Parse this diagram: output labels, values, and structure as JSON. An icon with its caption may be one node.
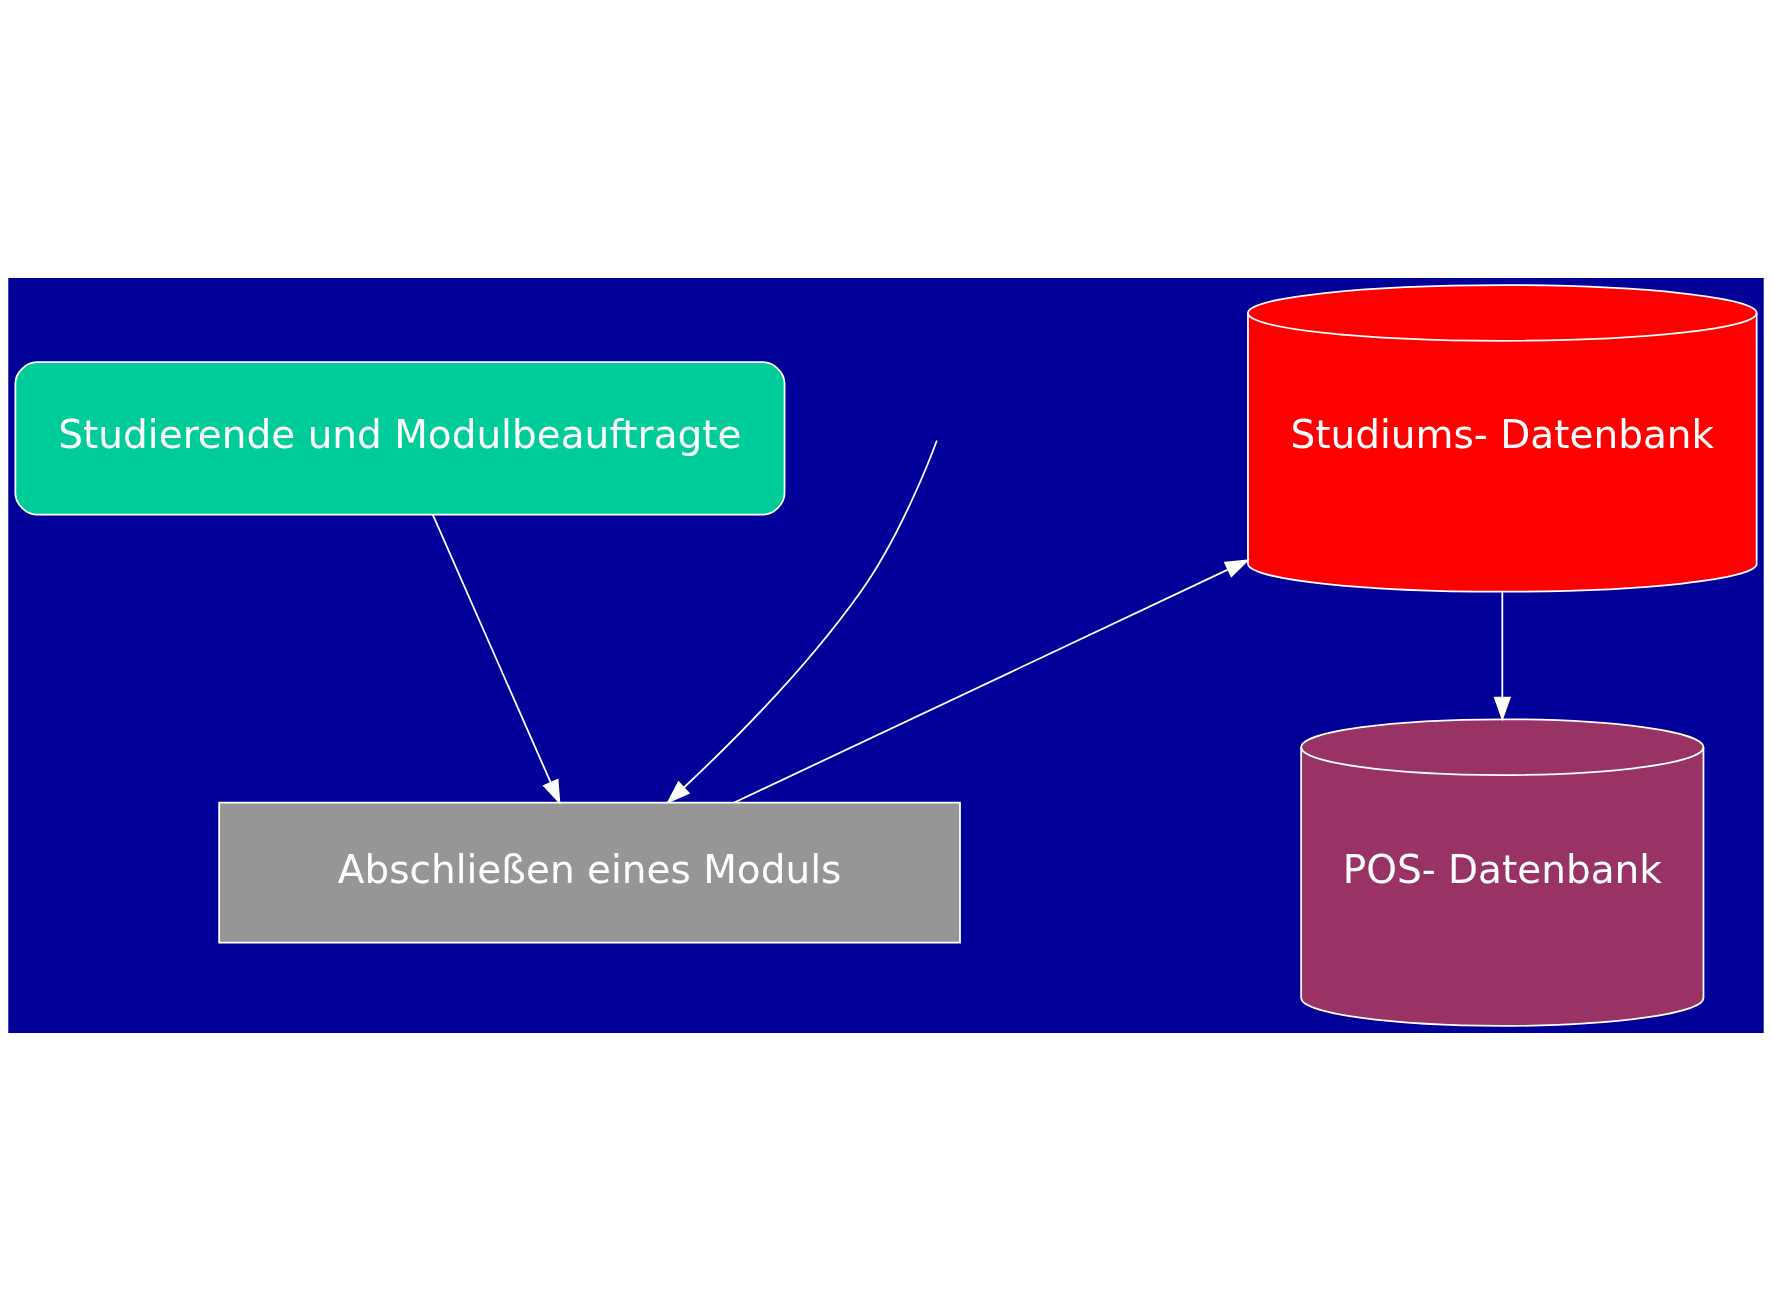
{
  "diagram": {
    "nodes": [
      {
        "text": [
          "Studierende und Modulbeauftragte"
        ]
      },
      {
        "text": [
          "Abschließen eines Moduls"
        ]
      },
      {
        "text": [
          "Studiums- Datenbank"
        ]
      },
      {
        "text": [
          "POS- Datenbank"
        ]
      }
    ],
    "edges": [
      {
        "from": null,
        "to": 1,
        "arrow": "to"
      },
      {
        "from": 0,
        "to": 1,
        "arrow": "to"
      },
      {
        "from": 1,
        "to": 2,
        "arrow": "to"
      },
      {
        "from": 2,
        "to": 3,
        "arrow": "to"
      }
    ]
  }
}
